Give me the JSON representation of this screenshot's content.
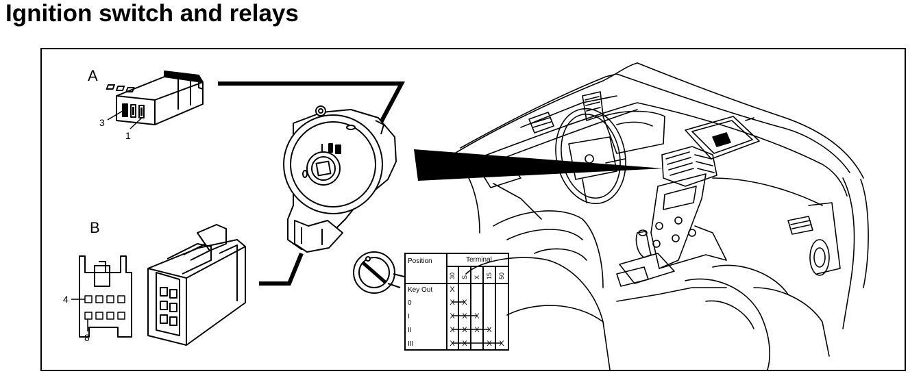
{
  "title": "Ignition switch and relays",
  "connector_a": {
    "label": "A",
    "pin_first": "3",
    "pin_second": "1"
  },
  "connector_b": {
    "label": "B",
    "pin_first": "4",
    "pin_second": "8"
  },
  "table": {
    "header_position": "Position",
    "header_terminal": "Terminal",
    "terminals": [
      "30",
      "S",
      "X",
      "15",
      "50"
    ],
    "rows": [
      {
        "position": "Key Out",
        "marks": [
          "X",
          "",
          "",
          "",
          ""
        ]
      },
      {
        "position": "0",
        "marks": [
          "X",
          "X",
          "",
          "",
          ""
        ]
      },
      {
        "position": "I",
        "marks": [
          "X",
          "X",
          "X",
          "",
          ""
        ]
      },
      {
        "position": "II",
        "marks": [
          "X",
          "X",
          "X",
          "X",
          ""
        ]
      },
      {
        "position": "III",
        "marks": [
          "X",
          "X",
          "",
          "X",
          "X"
        ]
      }
    ]
  }
}
